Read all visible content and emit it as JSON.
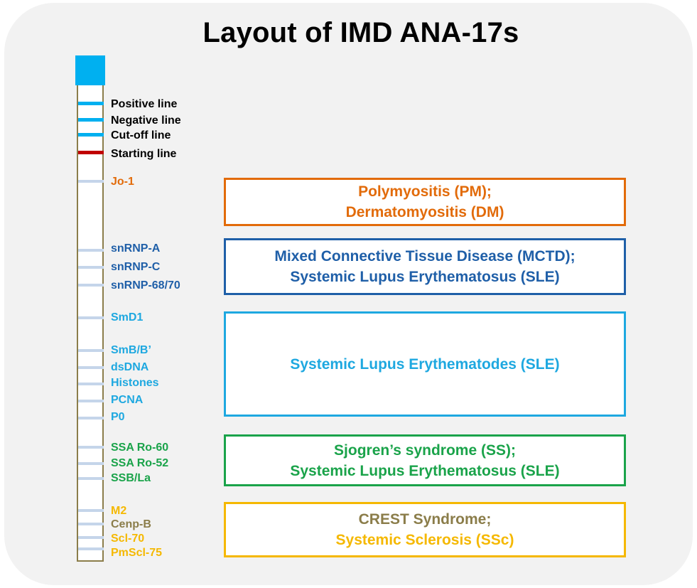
{
  "title": "Layout of IMD ANA-17s",
  "colors": {
    "cap": "#00b0f0",
    "control_band": "#00b0f0",
    "starting_band": "#c00000",
    "antigen_band": "#c5d5ea",
    "orange": "#e26b0a",
    "dark_blue": "#1f5fa8",
    "light_blue": "#1ea8e0",
    "green": "#1aa34a",
    "olive": "#8b7d4a",
    "yellow": "#f5b800"
  },
  "controls": {
    "positive": "Positive line",
    "negative": "Negative line",
    "cutoff": "Cut-off line",
    "starting": "Starting line"
  },
  "antigens": {
    "jo1": "Jo-1",
    "snrnp_a": "snRNP-A",
    "snrnp_c": "snRNP-C",
    "snrnp_68": "snRNP-68/70",
    "smd1": "SmD1",
    "smb": "SmB/B’",
    "dsdna": "dsDNA",
    "histones": "Histones",
    "pcna": "PCNA",
    "p0": "P0",
    "ssa60": "SSA Ro-60",
    "ssa52": "SSA Ro-52",
    "ssb": "SSB/La",
    "m2": "M2",
    "cenpb": "Cenp-B",
    "scl70": "Scl-70",
    "pmscl": "PmScl-75"
  },
  "diseases": {
    "pm_line1": "Polymyositis (PM);",
    "pm_line2": "Dermatomyositis (DM)",
    "mctd_line1": "Mixed Connective Tissue Disease (MCTD);",
    "mctd_line2": "Systemic Lupus Erythematosus (SLE)",
    "sle": "Systemic Lupus Erythematodes (SLE)",
    "ss_line1": "Sjogren’s syndrome (SS);",
    "ss_line2": "Systemic Lupus Erythematosus (SLE)",
    "crest_line1": "CREST Syndrome;",
    "crest_line2": "Systemic Sclerosis (SSc)"
  }
}
